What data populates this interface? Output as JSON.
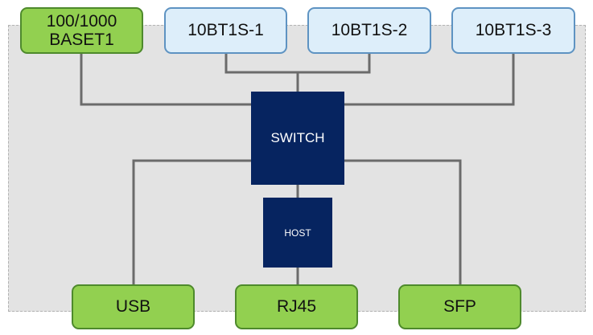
{
  "nodes": {
    "baset1": {
      "line1": "100/1000",
      "line2": "BASET1"
    },
    "bt1s_1": "10BT1S-1",
    "bt1s_2": "10BT1S-2",
    "bt1s_3": "10BT1S-3",
    "switch": "SWITCH",
    "host": "HOST",
    "usb": "USB",
    "rj45": "RJ45",
    "sfp": "SFP"
  },
  "colors": {
    "green_fill": "#92d050",
    "blue_fill": "#ddeefa",
    "navy_fill": "#062460",
    "wire": "#6b6b6b",
    "panel": "#e3e3e3"
  }
}
